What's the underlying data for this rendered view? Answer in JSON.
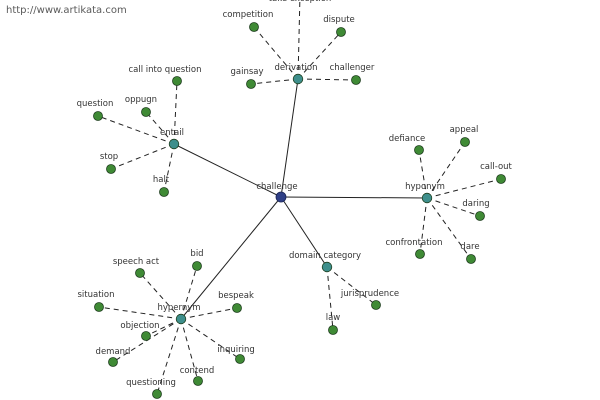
{
  "watermark": "http://www.artikata.com",
  "colors": {
    "center_fill": "#2f3f86",
    "hub_fill": "#3e8f8c",
    "leaf_fill": "#3f8a35",
    "node_stroke": "#1f3f1f",
    "edge": "#222222"
  },
  "center": {
    "label": "challenge"
  },
  "hubs": [
    {
      "id": "derivation",
      "label": "derivation",
      "leaves": [
        "competition",
        "dispute",
        "gainsay",
        "challenger",
        "take exception"
      ]
    },
    {
      "id": "entail",
      "label": "entail",
      "leaves": [
        "call into question",
        "oppugn",
        "question",
        "stop",
        "halt"
      ]
    },
    {
      "id": "hyponym",
      "label": "hyponym",
      "leaves": [
        "defiance",
        "appeal",
        "call-out",
        "daring",
        "dare",
        "confrontation"
      ]
    },
    {
      "id": "domain-category",
      "label": "domain category",
      "leaves": [
        "jurisprudence",
        "law"
      ]
    },
    {
      "id": "hypernym",
      "label": "hypernym",
      "leaves": [
        "speech act",
        "bid",
        "bespeak",
        "situation",
        "objection",
        "demand",
        "inquiring",
        "contend",
        "questioning"
      ]
    }
  ]
}
